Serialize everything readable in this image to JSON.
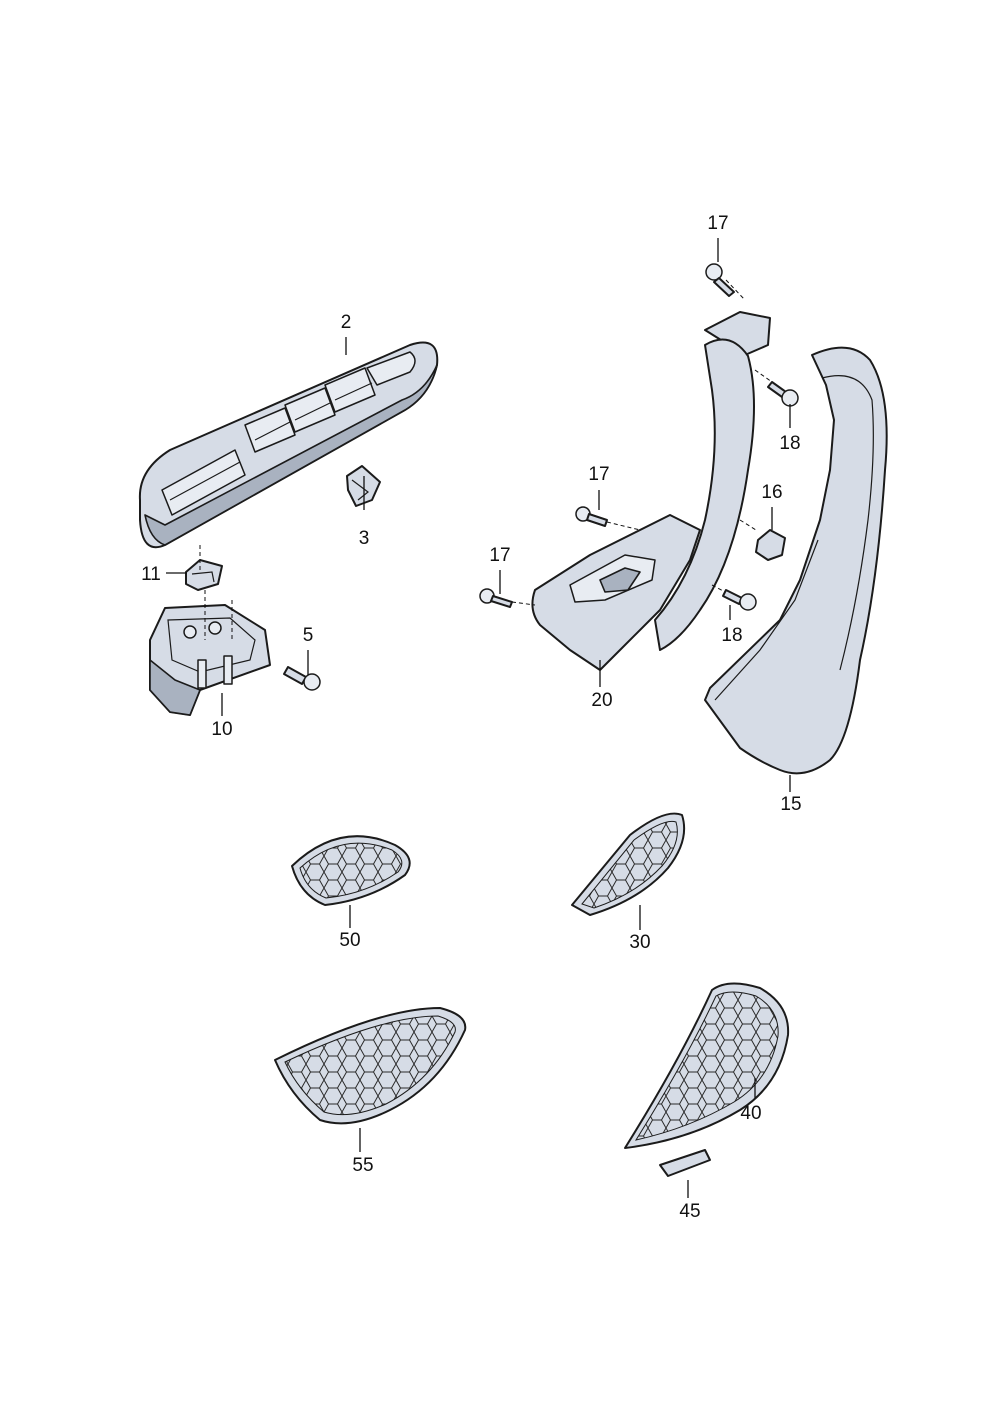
{
  "diagram": {
    "callouts": [
      {
        "id": "c2",
        "label": "2"
      },
      {
        "id": "c3",
        "label": "3"
      },
      {
        "id": "c5",
        "label": "5"
      },
      {
        "id": "c10",
        "label": "10"
      },
      {
        "id": "c11",
        "label": "11"
      },
      {
        "id": "c15",
        "label": "15"
      },
      {
        "id": "c16",
        "label": "16"
      },
      {
        "id": "c17a",
        "label": "17"
      },
      {
        "id": "c17b",
        "label": "17"
      },
      {
        "id": "c17c",
        "label": "17"
      },
      {
        "id": "c18a",
        "label": "18"
      },
      {
        "id": "c18b",
        "label": "18"
      },
      {
        "id": "c20",
        "label": "20"
      },
      {
        "id": "c30",
        "label": "30"
      },
      {
        "id": "c40",
        "label": "40"
      },
      {
        "id": "c45",
        "label": "45"
      },
      {
        "id": "c50",
        "label": "50"
      },
      {
        "id": "c55",
        "label": "55"
      }
    ]
  }
}
